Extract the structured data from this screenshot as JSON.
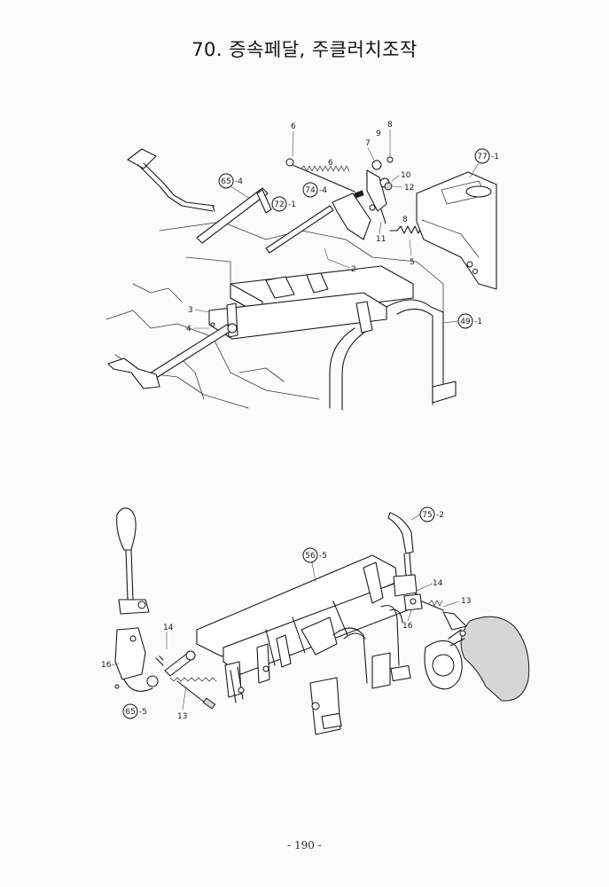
{
  "page": {
    "title": "70. 증속페달, 주클러치조작",
    "page_number": "- 190 -"
  },
  "top_figure": {
    "callouts": [
      {
        "id": "c65_4",
        "circled": "65",
        "suffix": "-4"
      },
      {
        "id": "c72_1",
        "circled": "72",
        "suffix": "-1"
      },
      {
        "id": "c74_4",
        "circled": "74",
        "suffix": "-4"
      },
      {
        "id": "c77_1",
        "circled": "77",
        "suffix": "-1"
      },
      {
        "id": "c49_1",
        "circled": "49",
        "suffix": "-1"
      }
    ],
    "part_numbers": [
      "6",
      "6",
      "7",
      "9",
      "8",
      "10",
      "12",
      "8",
      "11",
      "5",
      "2",
      "3",
      "4"
    ]
  },
  "bottom_figure": {
    "callouts": [
      {
        "id": "c56_5",
        "circled": "56",
        "suffix": "-5"
      },
      {
        "id": "c75_2",
        "circled": "75",
        "suffix": "-2"
      },
      {
        "id": "c65_5",
        "circled": "65",
        "suffix": "-5"
      }
    ],
    "part_numbers": [
      "14",
      "13",
      "16",
      "14",
      "16",
      "13"
    ]
  }
}
